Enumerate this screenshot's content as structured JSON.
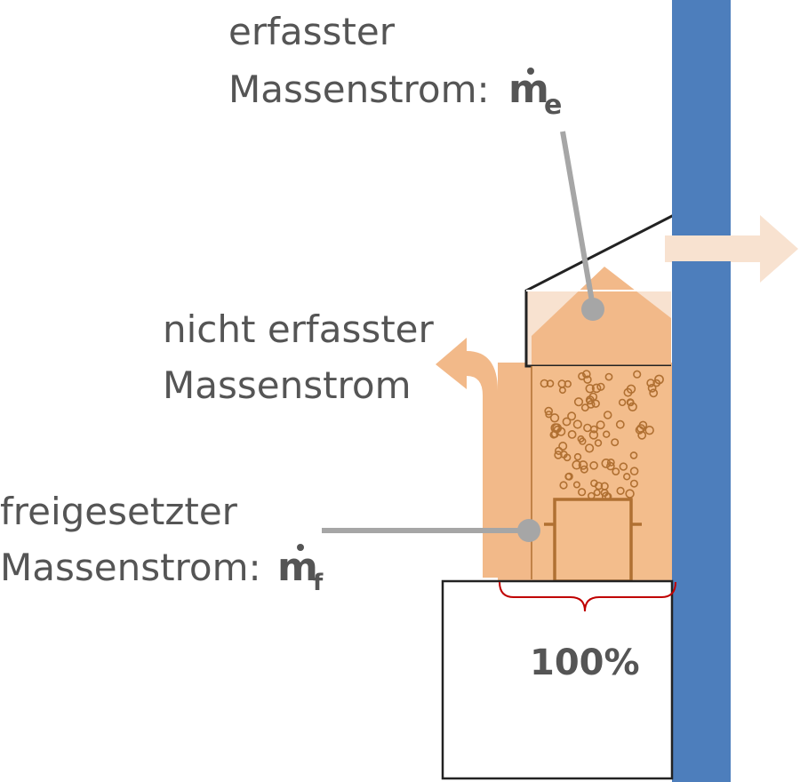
{
  "labels": {
    "captured_line1": "erfasster",
    "captured_line2": "Massenstrom:",
    "captured_symbol": "m",
    "captured_subscript": "e",
    "uncaptured_line1": "nicht erfasster",
    "uncaptured_line2": "Massenstrom",
    "released_line1": "freigesetzter",
    "released_line2": "Massenstrom:",
    "released_symbol": "m",
    "released_subscript": "f",
    "percentage": "100%"
  },
  "colors": {
    "duct_blue": "#4d7ebc",
    "plume_orange": "#f2b989",
    "plume_light": "#f8e2d0",
    "particle_brown": "#b07032",
    "leader_gray": "#a6a6a6",
    "brace_red": "#c00000",
    "text_gray": "#555555"
  }
}
